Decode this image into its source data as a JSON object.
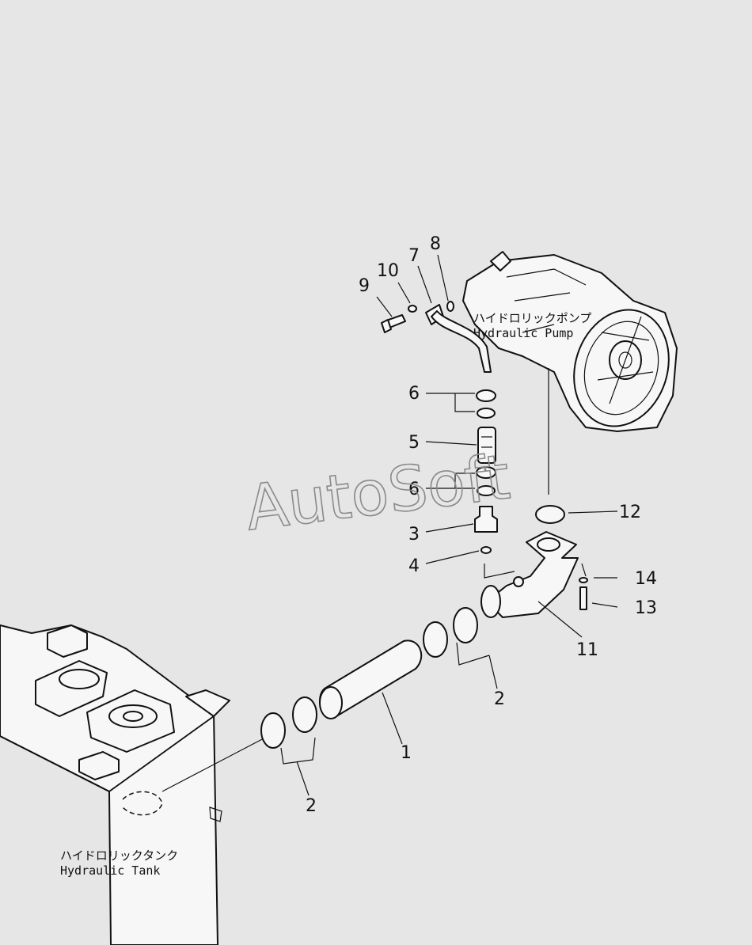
{
  "watermark": "AutoSoft",
  "labels": {
    "pump_jp": "ハイドロリックポンプ",
    "pump_en": "Hydraulic Pump",
    "tank_jp": "ハイドロリックタンク",
    "tank_en": "Hydraulic Tank"
  },
  "callouts": {
    "c1": "1",
    "c2a": "2",
    "c2b": "2",
    "c3": "3",
    "c4": "4",
    "c5": "5",
    "c6a": "6",
    "c6b": "6",
    "c7": "7",
    "c8": "8",
    "c9": "9",
    "c10": "10",
    "c11": "11",
    "c12": "12",
    "c13": "13",
    "c14": "14"
  }
}
